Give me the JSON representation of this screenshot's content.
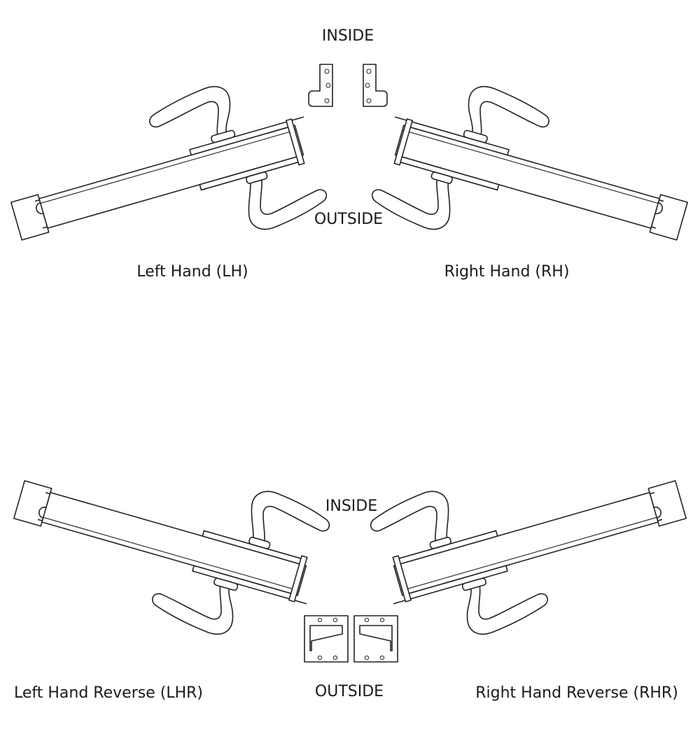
{
  "labels": {
    "top_inside": "INSIDE",
    "top_outside": "OUTSIDE",
    "bottom_inside": "INSIDE",
    "bottom_outside": "OUTSIDE",
    "lh": "Left Hand (LH)",
    "rh": "Right Hand (RH)",
    "lhr": "Left Hand Reverse (LHR)",
    "rhr": "Right Hand Reverse (RHR)"
  }
}
